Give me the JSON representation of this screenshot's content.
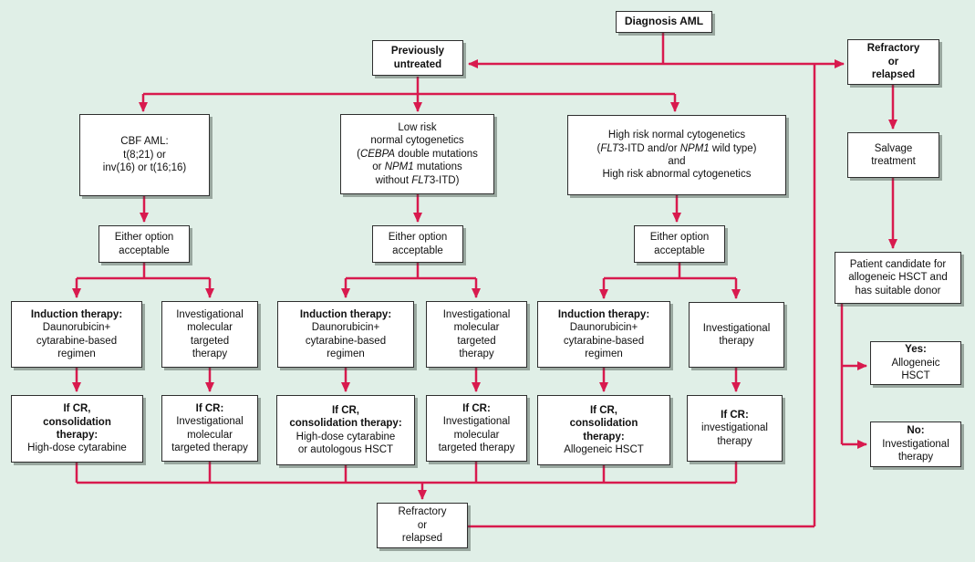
{
  "figure": {
    "background_color": "#e0efe7",
    "arrow_color": "#d81a4e",
    "box_border_color": "#2e2e2e",
    "box_background": "#ffffff"
  },
  "nodes": {
    "diagnosis_aml": "**Diagnosis AML**",
    "previously_untreated": "**Previously**\n**untreated**",
    "refractory_relapsed_top": "**Refractory**\n**or**\n**relapsed**",
    "cbf_aml": "CBF AML:\nt(8;21) or\ninv(16) or t(16;16)",
    "low_risk": "Low risk\nnormal cytogenetics\n(*CEBPA* double mutations\nor *NPM1* mutations\nwithout *FLT*3-ITD)",
    "high_risk": "High risk normal cytogenetics\n(*FLT*3-ITD and/or *NPM1* wild type)\nand\nHigh risk abnormal cytogenetics",
    "either_option_1": "Either option\nacceptable",
    "either_option_2": "Either option\nacceptable",
    "either_option_3": "Either option\nacceptable",
    "induction_therapy_1": "**Induction therapy:**\nDaunorubicin+\ncytarabine-based\nregimen",
    "investigational_molecular_1": "Investigational\nmolecular\ntargeted\ntherapy",
    "induction_therapy_2": "**Induction therapy:**\nDaunorubicin+\ncytarabine-based\nregimen",
    "investigational_molecular_2": "Investigational\nmolecular\ntargeted\ntherapy",
    "induction_therapy_3": "**Induction therapy:**\nDaunorubicin+\ncytarabine-based\nregimen",
    "investigational_therapy": "Investigational\ntherapy",
    "cr_consolidation_1": "**If CR,**\n**consolidation**\n**therapy:**\nHigh-dose cytarabine",
    "cr_investigational_molecular_1": "**If CR:**\nInvestigational\nmolecular\ntargeted therapy",
    "cr_consolidation_2": "**If CR,**\n**consolidation therapy:**\nHigh-dose cytarabine\nor autologous HSCT",
    "cr_investigational_molecular_2": "**If CR:**\nInvestigational\nmolecular\ntargeted therapy",
    "cr_consolidation_3": "**If CR,**\n**consolidation**\n**therapy:**\nAllogeneic HSCT",
    "cr_investigational_therapy": "**If CR:**\ninvestigational\ntherapy",
    "refractory_relapsed_bottom": "Refractory\nor\nrelapsed",
    "salvage_treatment": "Salvage\ntreatment",
    "patient_candidate": "Patient candidate for\nallogeneic HSCT and\nhas suitable donor",
    "yes_allogeneic_hsct": "**Yes:**\nAllogeneic\nHSCT",
    "no_investigational_therapy": "**No:**\nInvestigational\ntherapy"
  }
}
